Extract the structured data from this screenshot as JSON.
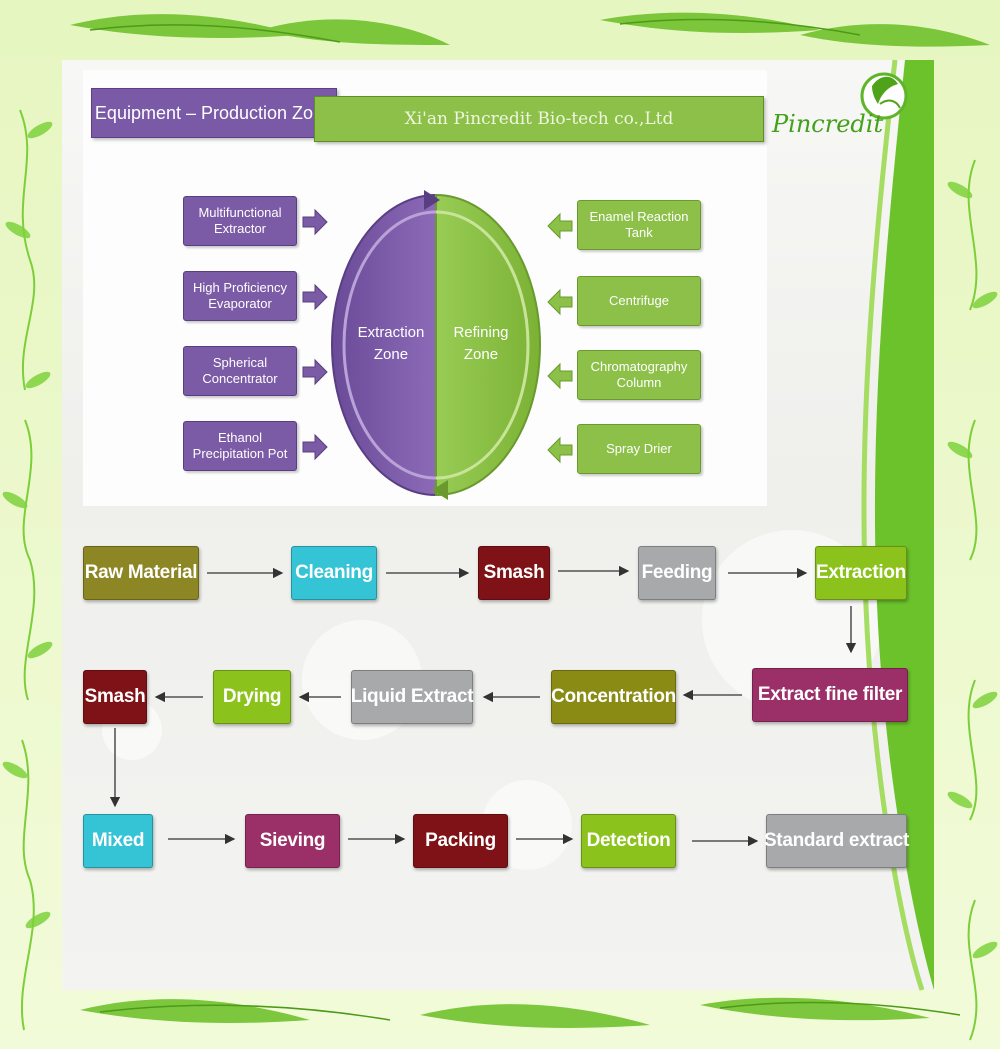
{
  "header": {
    "zone_title": "Equipment – Production Zone",
    "company_name": "Xi'an Pincredit Bio-tech co.,Ltd",
    "logo_text": "Pincredit"
  },
  "zones": {
    "extraction": "Extraction Zone",
    "refining": "Refining Zone"
  },
  "extraction_equipment": [
    "Multifunctional Extractor",
    "High Proficiency Evaporator",
    "Spherical Concentrator",
    "Ethanol Precipitation Pot"
  ],
  "refining_equipment": [
    "Enamel Reaction Tank",
    "Centrifuge",
    "Chromatography Column",
    "Spray Drier"
  ],
  "process": {
    "row1": [
      "Raw Material",
      "Cleaning",
      "Smash",
      "Feeding",
      "Extraction"
    ],
    "row2": [
      "Extract fine filter",
      "Concentration",
      "Liquid Extract",
      "Drying",
      "Smash"
    ],
    "row3": [
      "Mixed",
      "Sieving",
      "Packing",
      "Detection",
      "Standard extract"
    ]
  },
  "colors": {
    "purple": "#7a5aa6",
    "green": "#8cc048",
    "frame_leaf": "#6cc22a"
  }
}
